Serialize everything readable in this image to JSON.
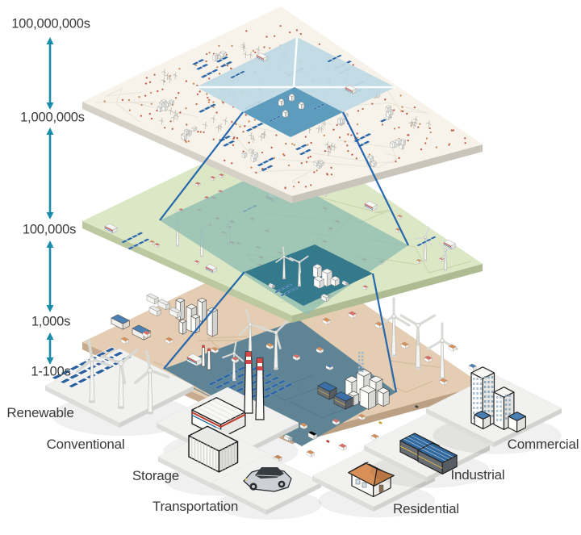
{
  "title": "Layered energy system scale diagram",
  "colors": {
    "text": "#3a3a3a",
    "arrow": "#1c8cab",
    "projection": "#1e62ac",
    "cream": "#f8f3ea",
    "creamEdge": "#d5d1c6",
    "creamEdge2": "#c9c5ba",
    "lightBlue": "#bfd9e5",
    "darkBlue": "#5e9cbd",
    "green": "#dce8c5",
    "greenEdge": "#bcc9a0",
    "greenEdge2": "#afbc93",
    "tealLight": "#8fbcb1",
    "tealDark": "#357a8c",
    "tan": "#e4cdb2",
    "tanEdge": "#c7ab8e",
    "tanEdge2": "#bba083",
    "city": "#5f8496",
    "solar": "#2d66a5",
    "platform": "#f1f1ef",
    "platformEdge": "#dcdcda",
    "roofOrange": "#d89058",
    "roofRed": "#da6e69",
    "chimneyRed": "#d04848"
  },
  "scale_axis": {
    "labels": [
      {
        "text": "100,000,000s"
      },
      {
        "text": "1,000,000s"
      },
      {
        "text": "100,000s"
      },
      {
        "text": "1,000s"
      },
      {
        "text": "1-100s"
      }
    ]
  },
  "layers": [
    {
      "icon": "national-grid-map-layer"
    },
    {
      "icon": "regional-grid-map-layer"
    },
    {
      "icon": "community-grid-map-layer"
    }
  ],
  "categories": [
    {
      "label": "Renewable",
      "icon": "solar-wind-icon"
    },
    {
      "label": "Conventional",
      "icon": "power-plant-icon"
    },
    {
      "label": "Storage",
      "icon": "container-icon"
    },
    {
      "label": "Transportation",
      "icon": "car-icon"
    },
    {
      "label": "Residential",
      "icon": "house-icon"
    },
    {
      "label": "Industrial",
      "icon": "factory-icon"
    },
    {
      "label": "Commercial",
      "icon": "office-buildings-icon"
    }
  ]
}
